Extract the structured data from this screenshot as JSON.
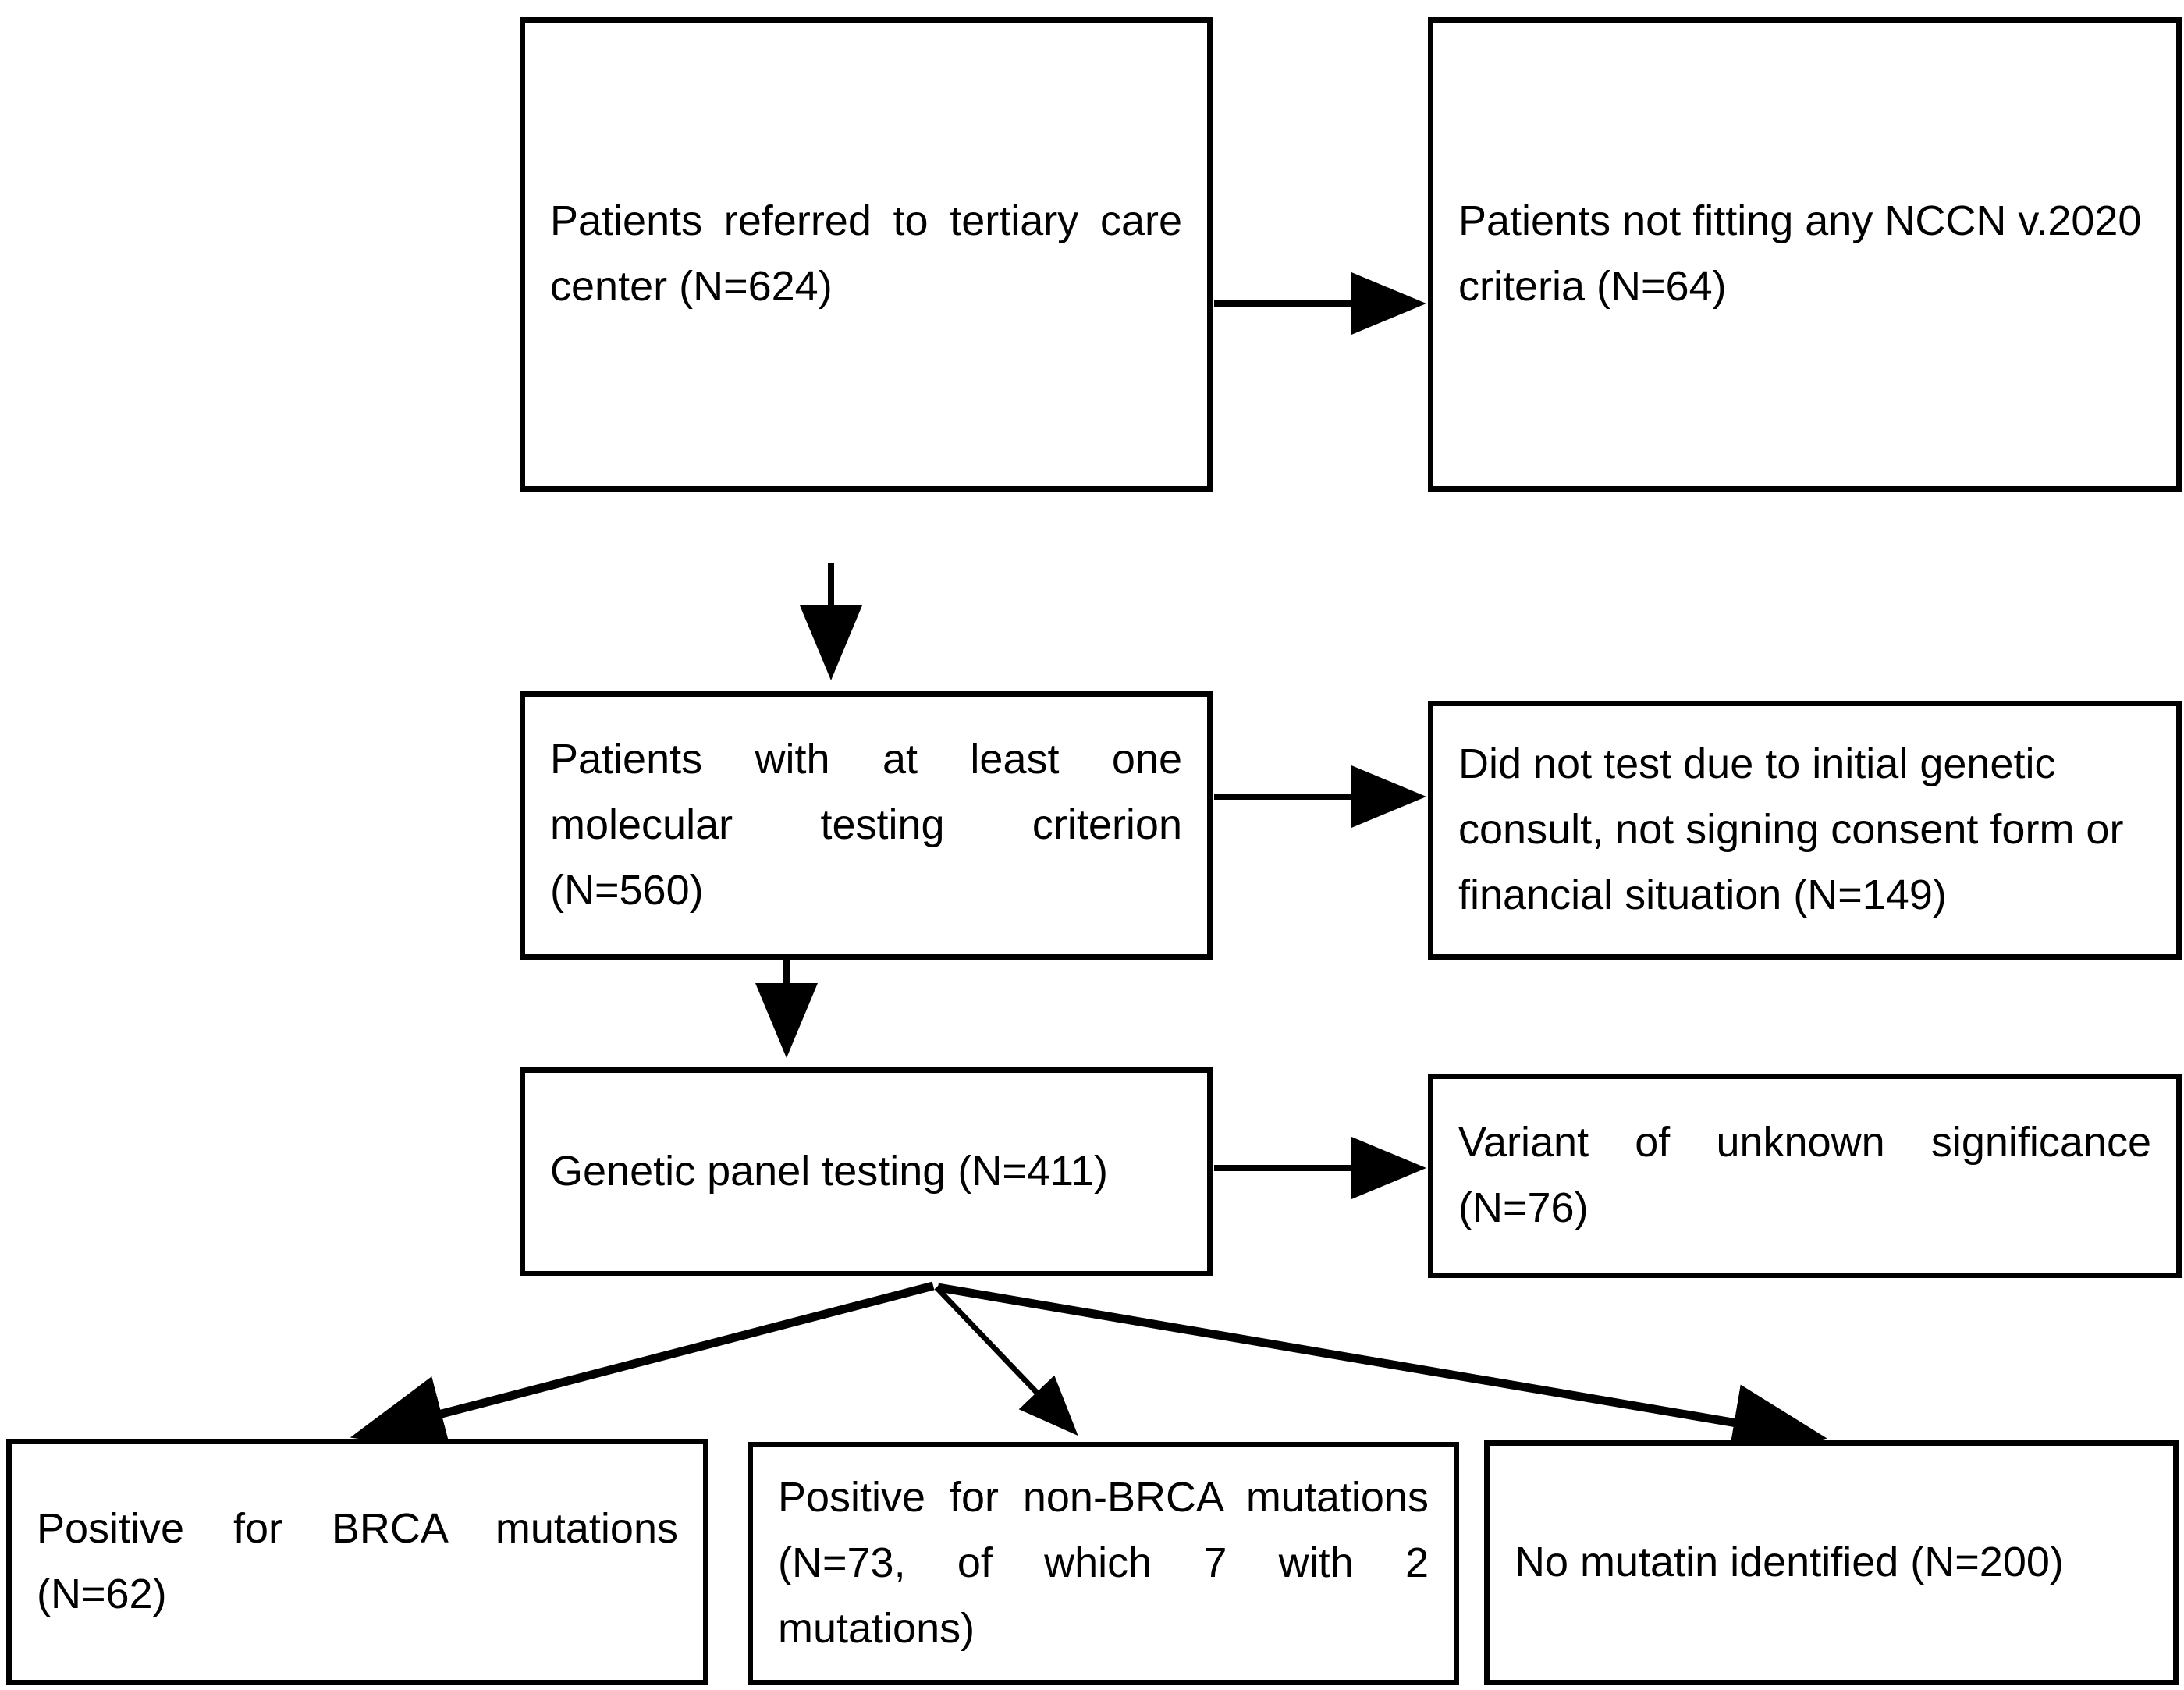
{
  "diagram": {
    "type": "flowchart",
    "title": "Patient genetic testing flow",
    "nodes": {
      "referred": {
        "label": "Patients referred to tertiary care center (N=624)",
        "n": 624
      },
      "nccn": {
        "label": "Patients not fitting any NCCN v.2020 criteria (N=64)",
        "n": 64
      },
      "criterion": {
        "label": "Patients with at least one molecular testing criterion (N=560)",
        "n": 560
      },
      "didnottest": {
        "label": "Did not test due to initial genetic consult, not signing consent form or financial situation (N=149)",
        "n": 149
      },
      "panel": {
        "label": "Genetic panel testing (N=411)",
        "n": 411
      },
      "vus": {
        "label": "Variant of unknown significance (N=76)",
        "n": 76
      },
      "brca": {
        "label": "Positive for BRCA mutations (N=62)",
        "n": 62
      },
      "nonbrca": {
        "label": "Positive for non-BRCA mutations (N=73, of which 7 with 2 mutations)",
        "n": 73
      },
      "nomut": {
        "label": "No mutatin identified (N=200)",
        "n": 200
      }
    },
    "edges": [
      {
        "from": "referred",
        "to": "nccn",
        "direction": "right"
      },
      {
        "from": "referred",
        "to": "criterion",
        "direction": "down"
      },
      {
        "from": "criterion",
        "to": "didnottest",
        "direction": "right"
      },
      {
        "from": "criterion",
        "to": "panel",
        "direction": "down"
      },
      {
        "from": "panel",
        "to": "vus",
        "direction": "right"
      },
      {
        "from": "panel",
        "to": "brca",
        "direction": "down-left"
      },
      {
        "from": "panel",
        "to": "nonbrca",
        "direction": "down"
      },
      {
        "from": "panel",
        "to": "nomut",
        "direction": "down-right"
      }
    ],
    "colors": {
      "stroke": "#000000",
      "fill": "#ffffff",
      "text": "#000000"
    }
  }
}
